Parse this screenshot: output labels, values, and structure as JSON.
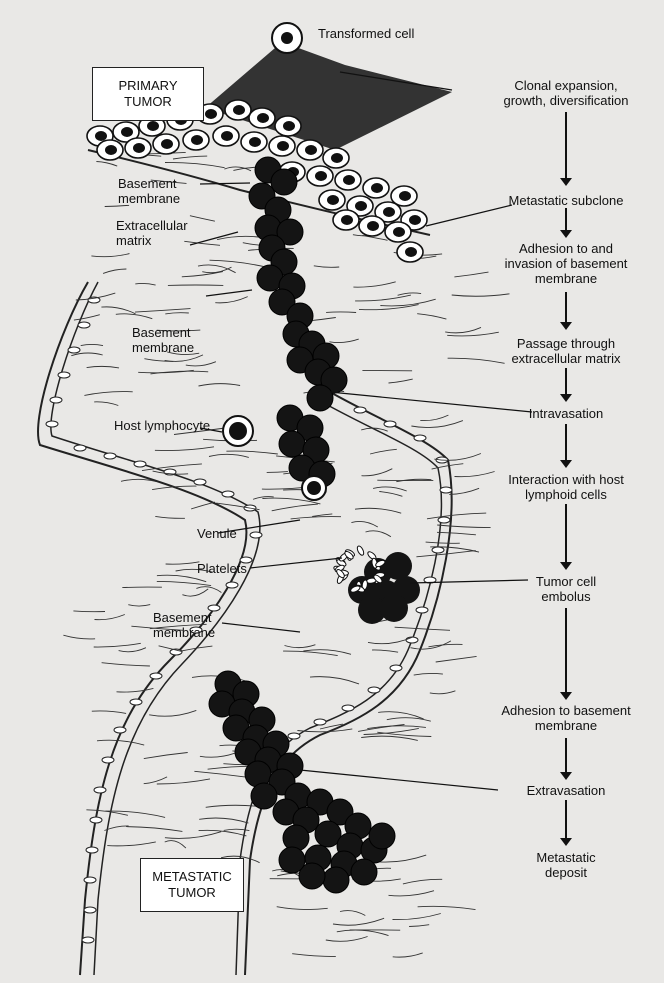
{
  "boxes": {
    "primary": [
      "PRIMARY",
      "TUMOR"
    ],
    "metastatic": [
      "METASTATIC",
      "TUMOR"
    ]
  },
  "steps": [
    [
      "Transformed cell"
    ],
    [
      "Clonal expansion,",
      "growth, diversification"
    ],
    [
      "Metastatic subclone"
    ],
    [
      "Adhesion to and",
      "invasion of basement",
      "membrane"
    ],
    [
      "Passage through",
      "extracellular matrix"
    ],
    [
      "Intravasation"
    ],
    [
      "Interaction with host",
      "lymphoid cells"
    ],
    [
      "Tumor cell",
      "embolus"
    ],
    [
      "Adhesion to basement",
      "membrane"
    ],
    [
      "Extravasation"
    ],
    [
      "Metastatic",
      "deposit"
    ]
  ],
  "labels": {
    "basement_membrane_1": [
      "Basement",
      "membrane"
    ],
    "extracellular_matrix": [
      "Extracellular",
      "matrix"
    ],
    "basement_membrane_2": [
      "Basement",
      "membrane"
    ],
    "host_lymphocyte": [
      "Host lymphocyte"
    ],
    "venule": [
      "Venule"
    ],
    "platelets": [
      "Platelets"
    ],
    "basement_membrane_3": [
      "Basement",
      "membrane"
    ]
  },
  "colors": {
    "ink": "#111111",
    "cell": "#1a1a1a",
    "paper": "#e9e8e6"
  }
}
